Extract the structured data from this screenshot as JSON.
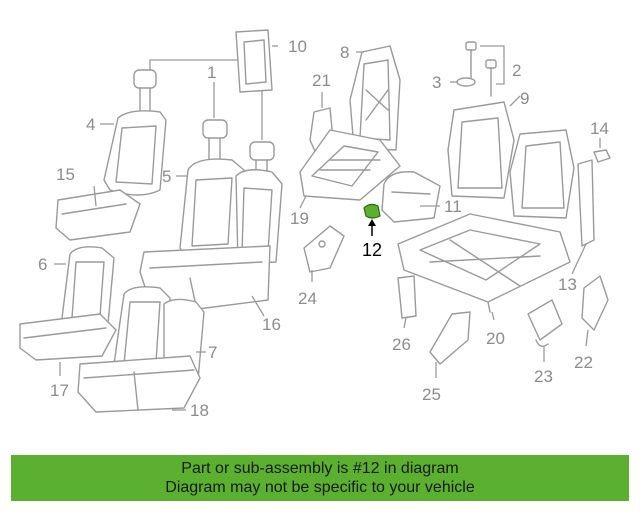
{
  "diagram": {
    "callouts": [
      "1",
      "2",
      "3",
      "4",
      "5",
      "6",
      "7",
      "8",
      "9",
      "10",
      "11",
      "12",
      "13",
      "14",
      "15",
      "16",
      "17",
      "18",
      "19",
      "20",
      "21",
      "22",
      "23",
      "24",
      "25",
      "26"
    ],
    "highlighted_part": "12",
    "highlight_color": "#5cb030"
  },
  "banner": {
    "line1": "Part or sub-assembly is #12 in diagram",
    "line2": "Diagram may not be specific to your vehicle",
    "color": "#5cb030"
  }
}
